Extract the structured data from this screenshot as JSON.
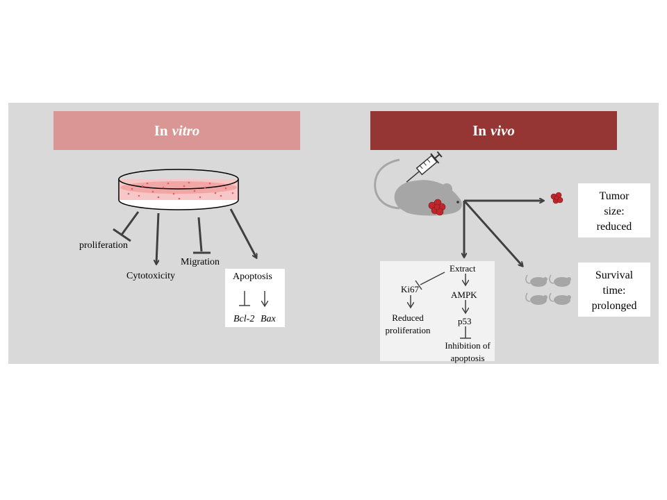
{
  "in_vitro": {
    "title_prefix": "In",
    "title_italic": "vitro",
    "proliferation": "proliferation",
    "cytotoxicity": "Cytotoxicity",
    "migration": "Migration",
    "apoptosis": "Apoptosis",
    "bcl2": "Bcl-2",
    "bax": "Bax"
  },
  "in_vivo": {
    "title_prefix": "In",
    "title_italic": "vivo",
    "tumor_line1": "Tumor",
    "tumor_line2": "size:",
    "tumor_line3": "reduced",
    "survival_line1": "Survival",
    "survival_line2": "time:",
    "survival_line3": "prolonged",
    "extract": "Extract",
    "ki67": "Ki67",
    "ampk": "AMPK",
    "p53": "p53",
    "reduced_line1": "Reduced",
    "reduced_line2": "proliferation",
    "inhibition_line1": "Inhibition of",
    "inhibition_line2": "apoptosis"
  },
  "colors": {
    "panel_bg": "#d9d9d9",
    "vitro_header": "#da9694",
    "vivo_header": "#963634",
    "arrow": "#404040",
    "tumor": "#c0272d",
    "mouse": "#a6a6a6"
  }
}
